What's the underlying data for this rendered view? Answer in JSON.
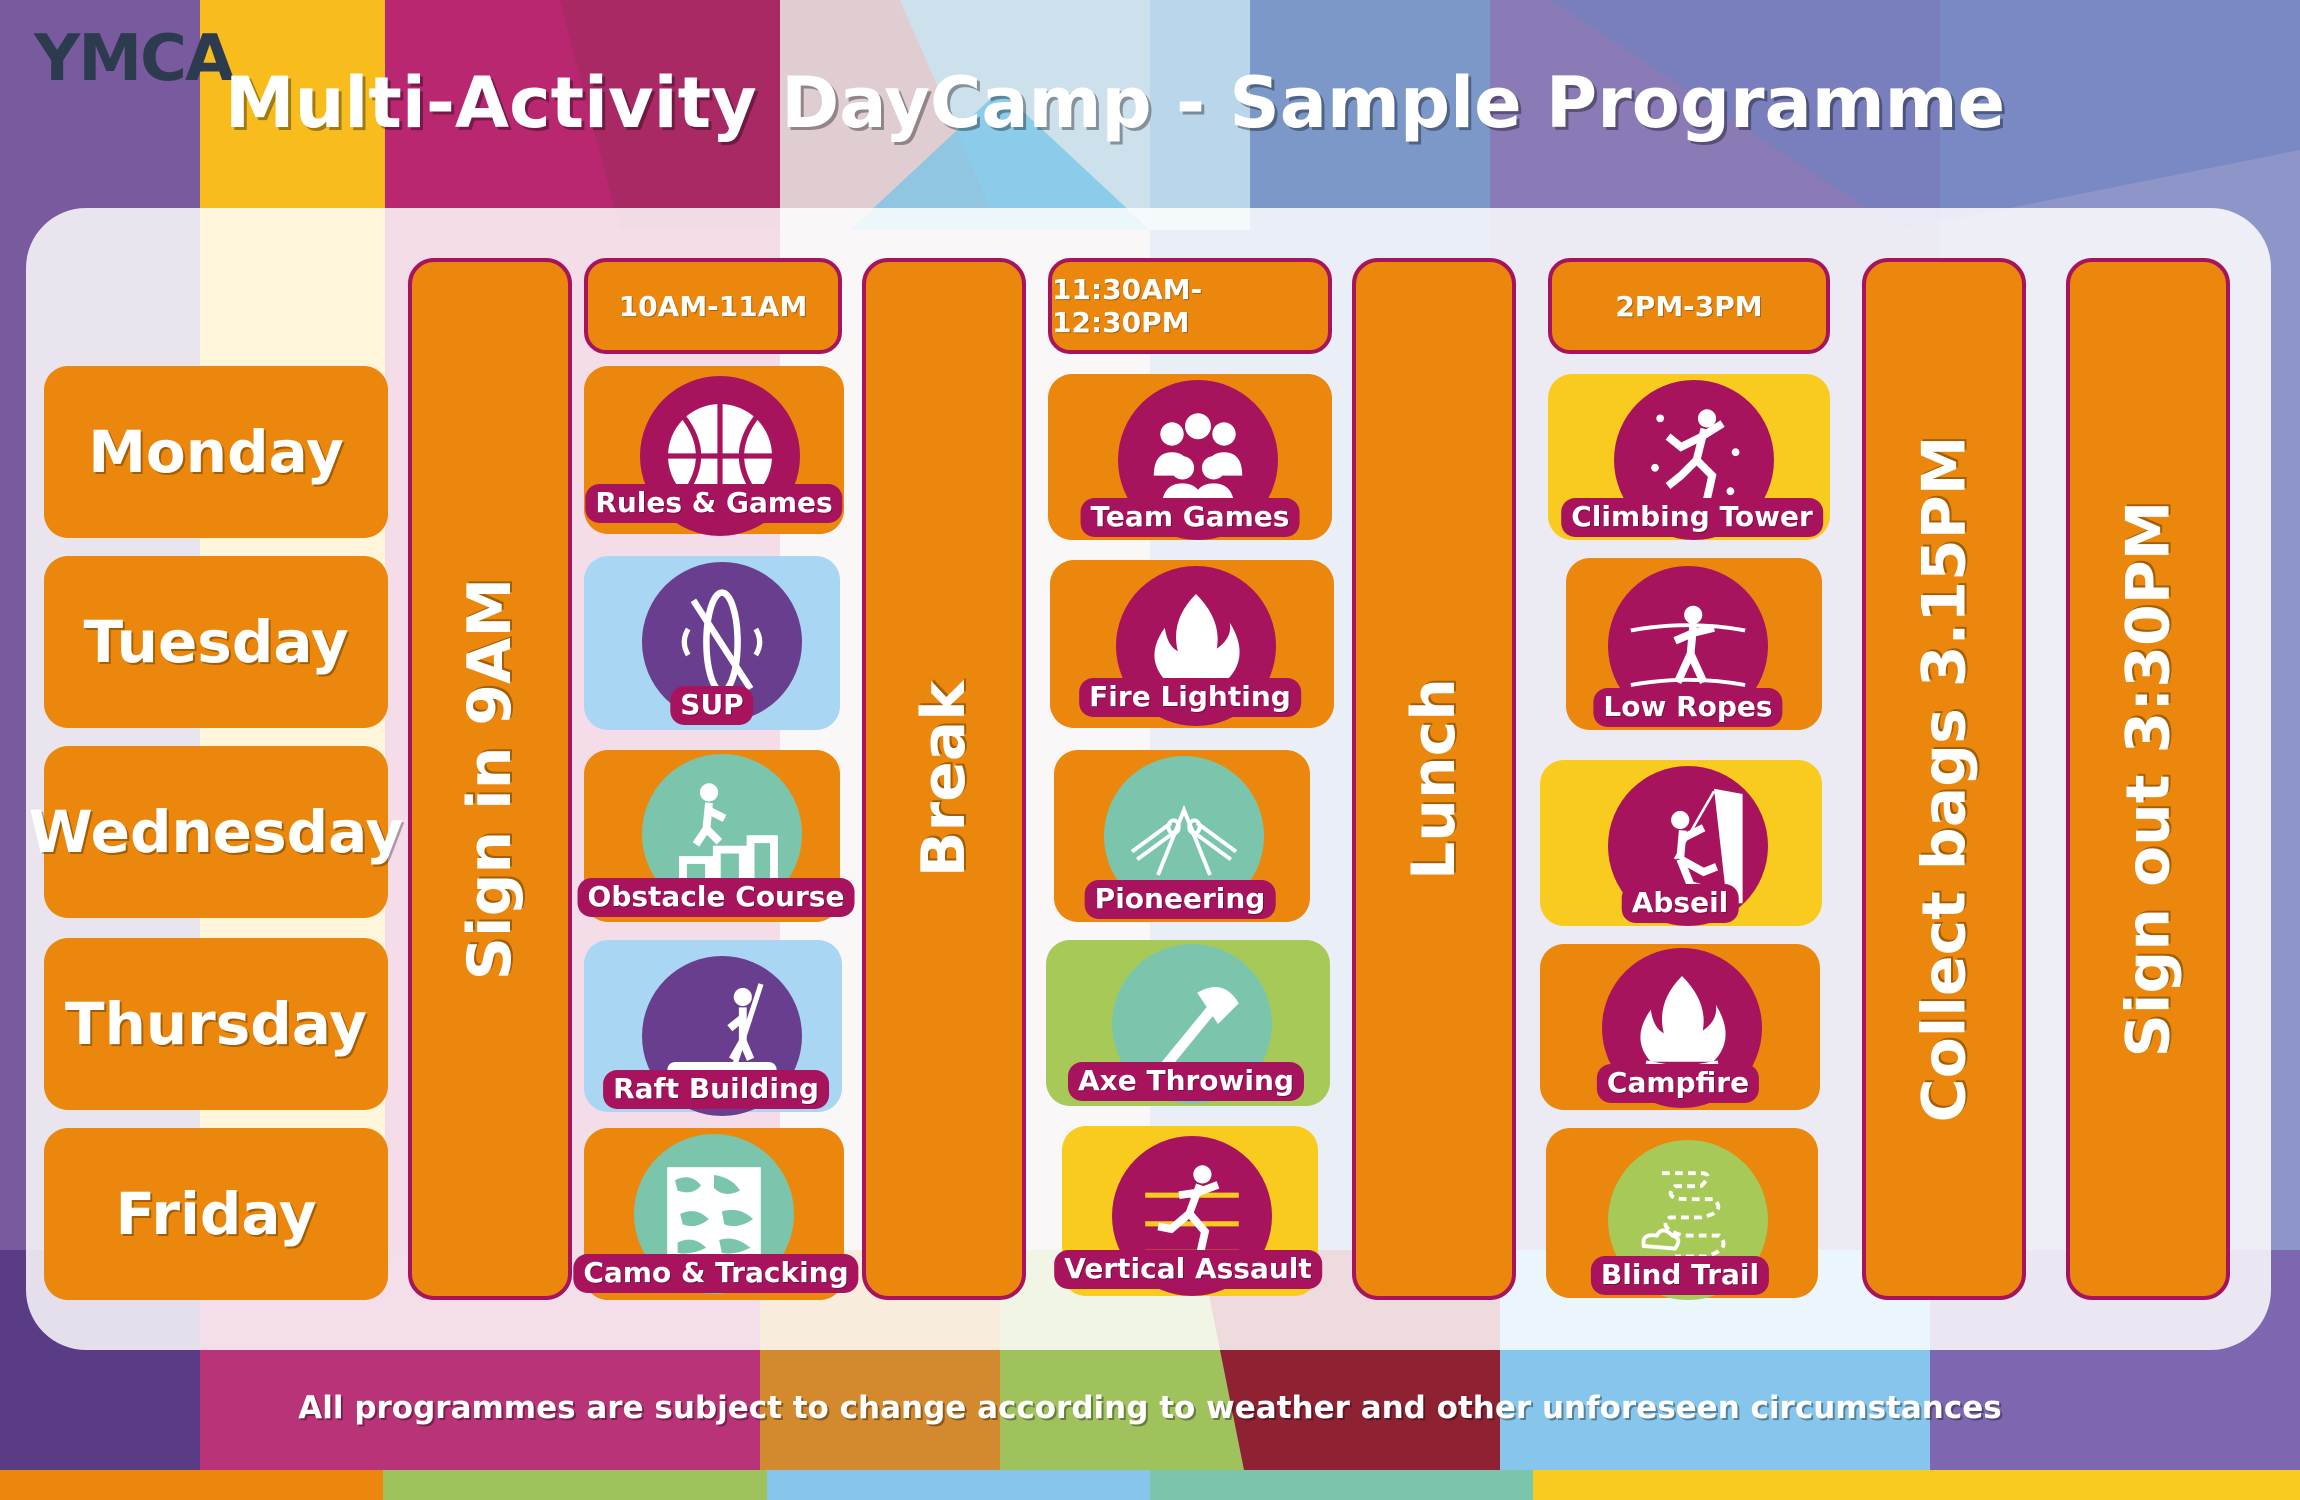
{
  "logo": "YMCA",
  "title": "Multi-Activity DayCamp - Sample Programme",
  "footer": "All programmes are subject to change according to weather and other unforeseen circumstances",
  "days": [
    "Monday",
    "Tuesday",
    "Wednesday",
    "Thursday",
    "Friday"
  ],
  "columns": {
    "sign_in": "Sign in 9AM",
    "break": "Break",
    "lunch": "Lunch",
    "collect": "Collect bags 3.15PM",
    "sign_out": "Sign out 3:30PM"
  },
  "times": [
    "10AM-11AM",
    "11:30AM-12:30PM",
    "2PM-3PM"
  ],
  "activities": {
    "slot1": [
      "Rules &  Games",
      "SUP",
      "Obstacle Course",
      "Raft Building",
      "Camo & Tracking"
    ],
    "slot2": [
      "Team Games",
      "Fire Lighting",
      "Pioneering",
      "Axe Throwing",
      "Vertical Assault"
    ],
    "slot3": [
      "Climbing Tower",
      "Low Ropes",
      "Abseil",
      "Campfire",
      "Blind Trail"
    ]
  },
  "icons": {
    "slot1": [
      "basketball-icon",
      "paddleboard-icon",
      "obstacle-course-icon",
      "raft-icon",
      "camouflage-icon"
    ],
    "slot2": [
      "team-people-icon",
      "fire-icon",
      "logs-icon",
      "axe-icon",
      "vertical-assault-icon"
    ],
    "slot3": [
      "climbing-icon",
      "low-ropes-icon",
      "abseil-icon",
      "campfire-icon",
      "trail-icon"
    ]
  },
  "colors": {
    "orange": "#ea870c",
    "magenta": "#a8135d",
    "yellow": "#f9cb1f",
    "light_blue": "#a9d7f3",
    "green": "#a7c957",
    "purple": "#6a3e8f",
    "teal": "#7cc5ad"
  }
}
